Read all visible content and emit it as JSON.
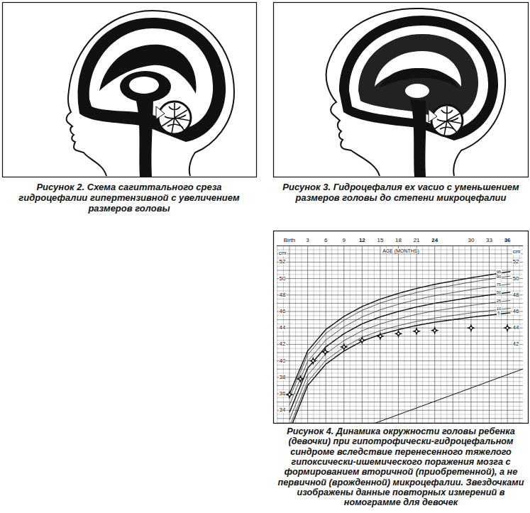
{
  "diagram": {
    "labels": [
      "Рисунок 2. Схема сагиттального среза гидроцефалии гипертензивной с увеличением размеров головы",
      "Рисунок 3. Гидроцефалия ex vacuo с уменьшением размеров головы до степени микроцефалии",
      "Рисунок 4. Динамика окружности головы ребенка (девочки) при гипотрофически-гидроцефальном синдроме вследствие перенесенного тяжелого гипоксически-ишемического поражения мозга с формированием вторичной (приобретенной), а не первичной (врожденной) микроцефалии. Звездочками изображены данные повторных измерений в номограмме для девочек",
      "Birth",
      "3",
      "6",
      "9",
      "12",
      "15",
      "18",
      "21",
      "24",
      "30",
      "33",
      "36",
      "cm",
      "AGE (MONTHS)",
      "cm",
      "52",
      "50",
      "48",
      "46",
      "44",
      "42",
      "40",
      "38",
      "36",
      "34",
      "52",
      "50",
      "48",
      "46",
      "44",
      "42",
      "95",
      "90",
      "75",
      "50",
      "25",
      "10",
      "5"
    ]
  }
}
